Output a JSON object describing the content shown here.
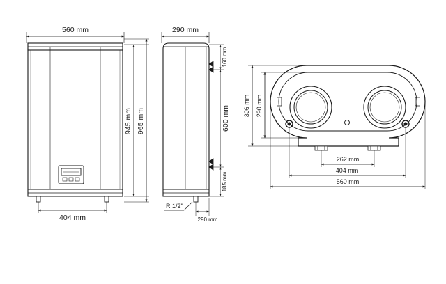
{
  "front_view": {
    "width_label": "560 mm",
    "height_inner_label": "945 mm",
    "height_outer_label": "965 mm",
    "bottom_label": "404 mm"
  },
  "side_view": {
    "depth_label": "290 mm",
    "top_offset_label": "160 mm",
    "middle_label": "600 mm",
    "bottom_offset_label": "185 mm",
    "thread_label": "R 1/2\"",
    "bottom_depth_label": "290 mm"
  },
  "top_view": {
    "outer_height_label": "306 mm",
    "inner_height_label": "290 mm",
    "spacing_label": "262 mm",
    "mount_label": "404 mm",
    "width_label": "560 mm"
  },
  "colors": {
    "line": "#1a1a1a",
    "body_shade": "#f2f2f2"
  }
}
